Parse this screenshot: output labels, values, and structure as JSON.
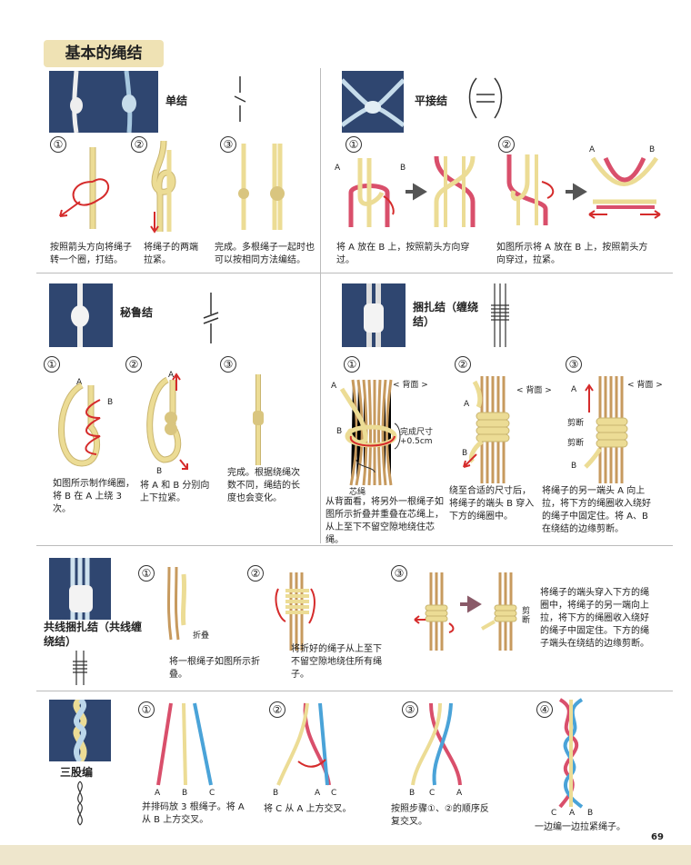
{
  "page_title": "基本的绳结",
  "page_number": "69",
  "colors": {
    "cord_yellow": "#ecdc95",
    "cord_red": "#d94f6b",
    "cord_blue": "#4aa3d8",
    "arrow_red": "#d52b2b",
    "photo_bg": "#2f4670",
    "title_bg": "#efe2b4"
  },
  "knots": {
    "single": {
      "name": "单结",
      "steps": [
        {
          "num": "①",
          "caption": "按照箭头方向将绳子转一个圈，打结。"
        },
        {
          "num": "②",
          "caption": "将绳子的两端拉紧。"
        },
        {
          "num": "③",
          "caption": "完成。多根绳子一起时也可以按相同方法编结。"
        }
      ]
    },
    "square": {
      "name": "平接结",
      "labels": {
        "a": "A",
        "b": "B"
      },
      "steps": [
        {
          "num": "①",
          "caption": "将 A 放在 B 上，按照箭头方向穿过。"
        },
        {
          "num": "②",
          "caption": "如图所示将 A 放在 B 上，按照箭头方向穿过，拉紧。"
        }
      ]
    },
    "secret": {
      "name": "秘鲁结",
      "labels": {
        "a": "A",
        "b": "B"
      },
      "steps": [
        {
          "num": "①",
          "caption": "如图所示制作绳圈，将 B 在 A 上绕 3 次。"
        },
        {
          "num": "②",
          "caption": "将 A 和 B 分别向上下拉紧。"
        },
        {
          "num": "③",
          "caption": "完成。根据绕绳次数不同，绳结的长度也会变化。"
        }
      ]
    },
    "wrap": {
      "name": "捆扎结（缠绕结）",
      "labels": {
        "back": "< 背面 >",
        "core": "芯绳",
        "size": "完成尺寸+0.5cm",
        "cut": "剪断",
        "a": "A",
        "b": "B"
      },
      "steps": [
        {
          "num": "①",
          "caption": "从背面看，将另外一根绳子如图所示折叠并重叠在芯绳上，从上至下不留空隙地绕住芯绳。"
        },
        {
          "num": "②",
          "caption": "绕至合适的尺寸后，将绳子的端头 B 穿入下方的绳圈中。"
        },
        {
          "num": "③",
          "caption": "将绳子的另一端头 A 向上拉，将下方的绳圈收入绕好的绳子中固定住。将 A、B 在绕结的边缘剪断。"
        }
      ]
    },
    "shared": {
      "name": "共线捆扎结（共线缠绕结）",
      "labels": {
        "fold": "折叠",
        "cut": "剪断"
      },
      "steps": [
        {
          "num": "①",
          "caption": "将一根绳子如图所示折叠。"
        },
        {
          "num": "②",
          "caption": "将折好的绳子从上至下不留空隙地绕住所有绳子。"
        },
        {
          "num": "③",
          "caption": "将绳子的端头穿入下方的绳圈中，将绳子的另一端向上拉，将下方的绳圈收入绕好的绳子中固定住。下方的绳子端头在绕结的边缘剪断。"
        }
      ]
    },
    "braid": {
      "name": "三股编",
      "steps": [
        {
          "num": "①",
          "caption": "并排码放 3 根绳子。将 A 从 B 上方交叉。",
          "labels": [
            "A",
            "B",
            "C"
          ]
        },
        {
          "num": "②",
          "caption": "将 C 从 A 上方交叉。",
          "labels": [
            "B",
            "A",
            "C"
          ]
        },
        {
          "num": "③",
          "caption": "按照步骤①、②的顺序反复交叉。",
          "labels": [
            "B",
            "C",
            "A"
          ]
        },
        {
          "num": "④",
          "caption": "一边编一边拉紧绳子。",
          "labels": [
            "C",
            "A",
            "B"
          ]
        }
      ]
    }
  }
}
